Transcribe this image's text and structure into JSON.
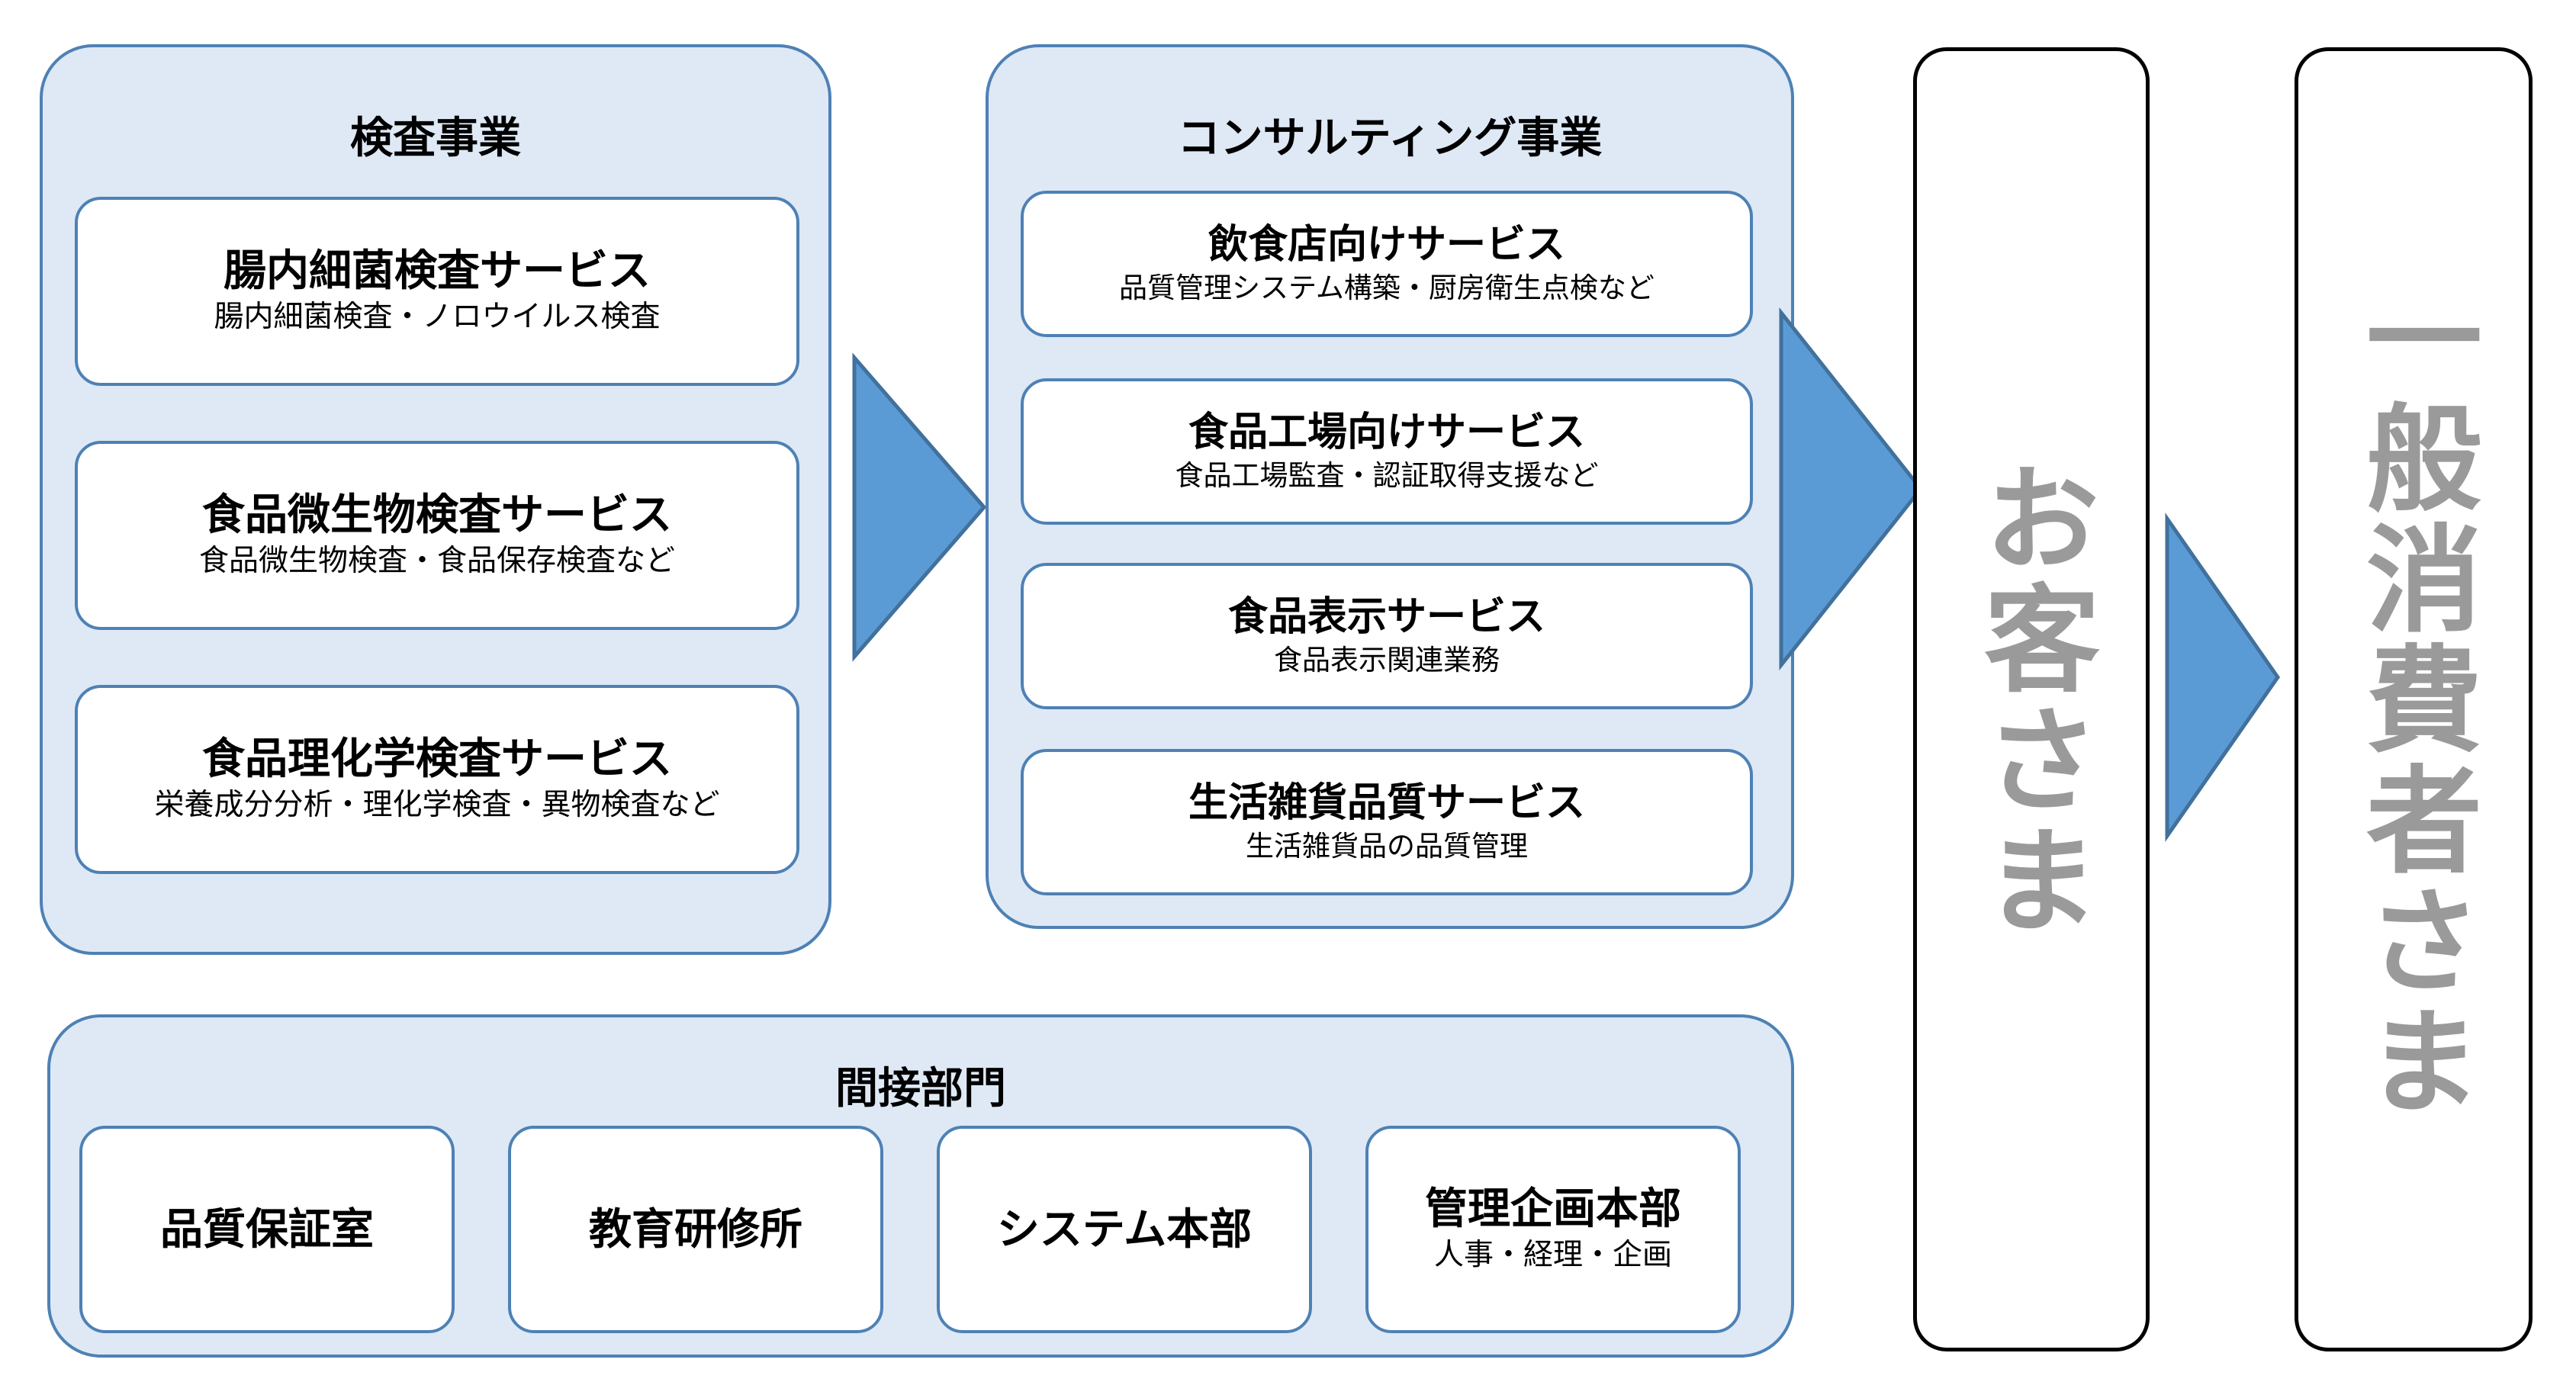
{
  "diagram": {
    "title_hidden": "",
    "colors": {
      "panel_fill": "#DEE9F5",
      "panel_border": "#4E81B5",
      "card_fill": "#FFFFFF",
      "card_border": "#4E81B5",
      "arrow_fill": "#5B9BD5",
      "arrow_border": "#41719C",
      "tall_box_border": "#000000",
      "vertical_text": "#9A9A9A",
      "background": "#FFFFFF"
    },
    "groups": [
      {
        "id": "inspection",
        "title": "検査事業",
        "cards": [
          {
            "title": "腸内細菌検査サービス",
            "subtitle": "腸内細菌検査・ノロウイルス検査"
          },
          {
            "title": "食品微生物検査サービス",
            "subtitle": "食品微生物検査・食品保存検査など"
          },
          {
            "title": "食品理化学検査サービス",
            "subtitle": "栄養成分分析・理化学検査・異物検査など"
          }
        ]
      },
      {
        "id": "consulting",
        "title": "コンサルティング事業",
        "cards": [
          {
            "title": "飲食店向けサービス",
            "subtitle": "品質管理システム構築・厨房衛生点検など"
          },
          {
            "title": "食品工場向けサービス",
            "subtitle": "食品工場監査・認証取得支援など"
          },
          {
            "title": "食品表示サービス",
            "subtitle": "食品表示関連業務"
          },
          {
            "title": "生活雑貨品質サービス",
            "subtitle": "生活雑貨品の品質管理"
          }
        ]
      },
      {
        "id": "indirect",
        "title": "間接部門",
        "cards": [
          {
            "title": "品質保証室",
            "subtitle": ""
          },
          {
            "title": "教育研修所",
            "subtitle": ""
          },
          {
            "title": "システム本部",
            "subtitle": ""
          },
          {
            "title": "管理企画本部",
            "subtitle": "人事・経理・企画"
          }
        ]
      }
    ],
    "endpoints": [
      {
        "id": "customer",
        "label": "お客さま"
      },
      {
        "id": "consumer",
        "label": "一般消費者さま"
      }
    ],
    "arrows": [
      {
        "id": "inspection-to-consulting",
        "direction": "right"
      },
      {
        "id": "consulting-to-customer",
        "direction": "right"
      },
      {
        "id": "customer-to-consumer",
        "direction": "right"
      }
    ]
  }
}
